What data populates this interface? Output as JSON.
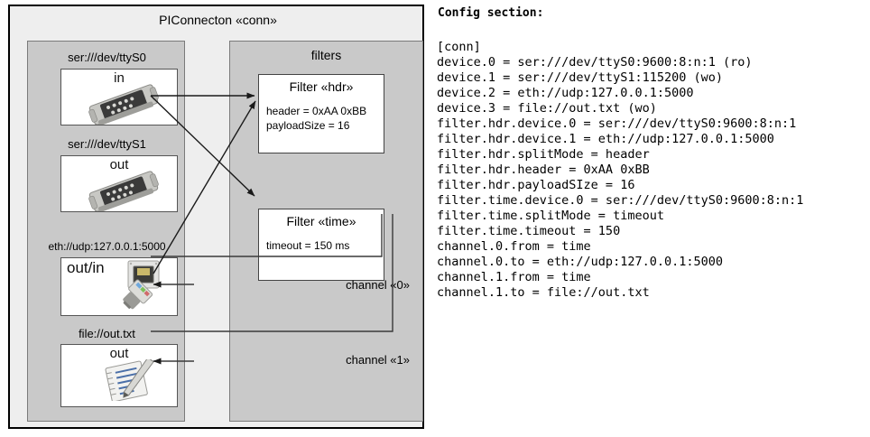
{
  "diagram": {
    "title": "PIConnecton «conn»",
    "devices_group": {
      "name": "devices-group",
      "items": [
        {
          "label": "ser:///dev/ttyS0",
          "direction": "in",
          "icon": "serial-port-icon"
        },
        {
          "label": "ser:///dev/ttyS1",
          "direction": "out",
          "icon": "serial-port-icon"
        },
        {
          "label": "eth://udp:127.0.0.1:5000",
          "direction": "out/in",
          "icon": "ethernet-jack-icon"
        },
        {
          "label": "file://out.txt",
          "direction": "out",
          "icon": "text-file-icon"
        }
      ]
    },
    "filters_group": {
      "title": "filters",
      "filters": [
        {
          "title": "Filter «hdr»",
          "props": "header = 0xAA 0xBB\npayloadSize = 16"
        },
        {
          "title": "Filter «time»",
          "props": "timeout = 150 ms"
        }
      ],
      "channels": [
        {
          "label": "channel «0»"
        },
        {
          "label": "channel «1»"
        }
      ]
    }
  },
  "config": {
    "heading": "Config section:",
    "lines": [
      "[conn]",
      "device.0 = ser:///dev/ttyS0:9600:8:n:1 (ro)",
      "device.1 = ser:///dev/ttyS1:115200 (wo)",
      "device.2 = eth://udp:127.0.0.1:5000",
      "device.3 = file://out.txt (wo)",
      "filter.hdr.device.0 = ser:///dev/ttyS0:9600:8:n:1",
      "filter.hdr.device.1 = eth://udp:127.0.0.1:5000",
      "filter.hdr.splitMode = header",
      "filter.hdr.header = 0xAA 0xBB",
      "filter.hdr.payloadSIze = 16",
      "filter.time.device.0 = ser:///dev/ttyS0:9600:8:n:1",
      "filter.time.splitMode = timeout",
      "filter.time.timeout = 150",
      "channel.0.from = time",
      "channel.0.to = eth://udp:127.0.0.1:5000",
      "channel.1.from = time",
      "channel.1.to = file://out.txt"
    ]
  },
  "colors": {
    "page_background": "#ffffff",
    "frame_background": "#eeeeee",
    "group_background": "#c9c9c9",
    "box_background": "#ffffff",
    "border_dark": "#000000",
    "border_mid": "#555555",
    "arrow": "#1a1a1a"
  }
}
